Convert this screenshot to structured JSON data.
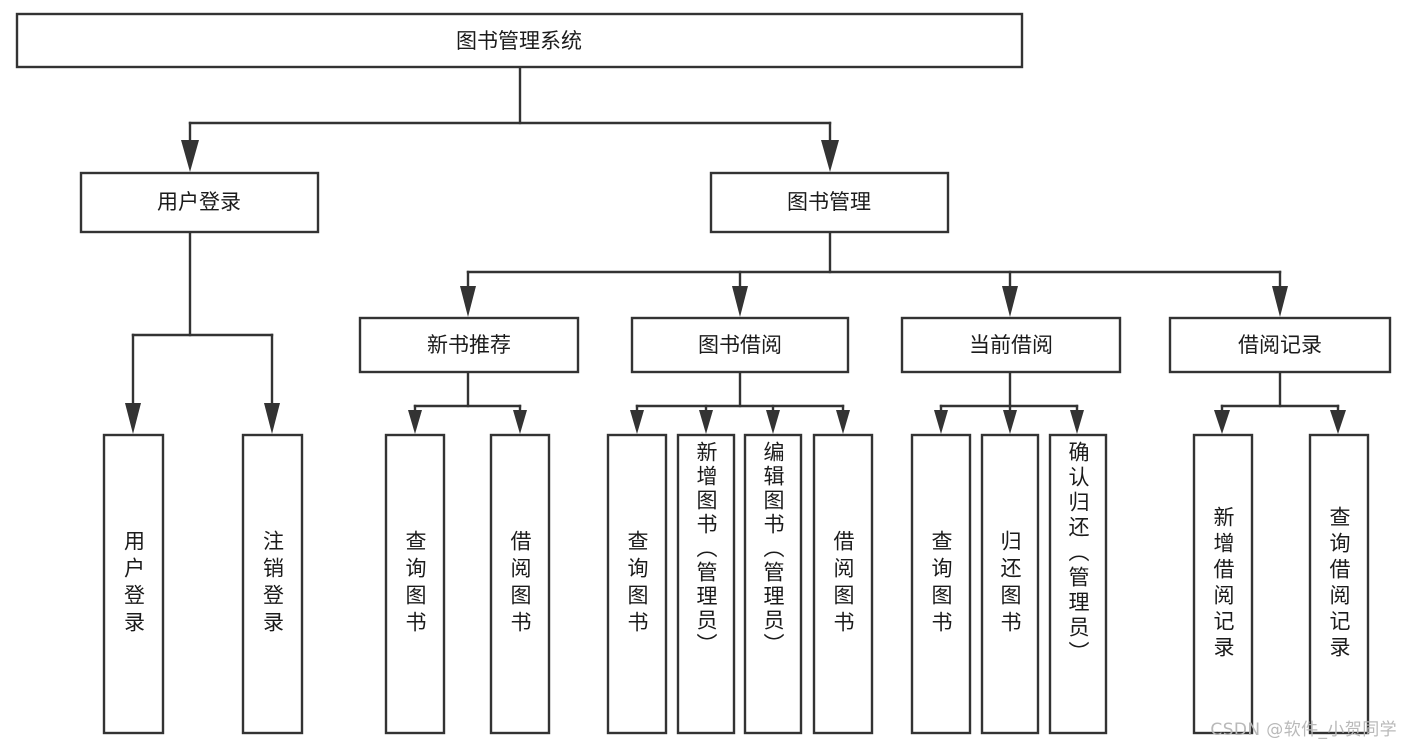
{
  "diagram": {
    "title": "图书管理系统",
    "type": "功能结构图",
    "colors": {
      "background": "#ffffff",
      "box_fill": "#ffffff",
      "box_stroke": "#333333",
      "text": "#1b1b1b",
      "watermark": "#b9b9b9"
    },
    "root": {
      "label": "图书管理系统",
      "orientation": "horizontal"
    },
    "level2": [
      {
        "label": "用户登录",
        "orientation": "horizontal"
      },
      {
        "label": "图书管理",
        "orientation": "horizontal"
      }
    ],
    "level3": [
      {
        "label": "新书推荐",
        "orientation": "horizontal"
      },
      {
        "label": "图书借阅",
        "orientation": "horizontal"
      },
      {
        "label": "当前借阅",
        "orientation": "horizontal"
      },
      {
        "label": "借阅记录",
        "orientation": "horizontal"
      }
    ],
    "leaves": {
      "user_login": [
        {
          "label": "用户登录",
          "orientation": "vertical"
        },
        {
          "label": "注销登录",
          "orientation": "vertical"
        }
      ],
      "new_book_recommend": [
        {
          "label": "查询图书",
          "orientation": "vertical"
        },
        {
          "label": "借阅图书",
          "orientation": "vertical"
        }
      ],
      "book_borrow": [
        {
          "label": "查询图书",
          "orientation": "vertical"
        },
        {
          "label": "新增图书（管理员）",
          "orientation": "vertical"
        },
        {
          "label": "编辑图书（管理员）",
          "orientation": "vertical"
        },
        {
          "label": "借阅图书",
          "orientation": "vertical"
        }
      ],
      "current_borrow": [
        {
          "label": "查询图书",
          "orientation": "vertical"
        },
        {
          "label": "归还图书",
          "orientation": "vertical"
        },
        {
          "label": "确认归还（管理员）",
          "orientation": "vertical"
        }
      ],
      "borrow_record": [
        {
          "label": "新增借阅记录",
          "orientation": "vertical"
        },
        {
          "label": "查询借阅记录",
          "orientation": "vertical"
        }
      ]
    }
  },
  "watermark": {
    "text": "CSDN @软件_小贺同学"
  }
}
